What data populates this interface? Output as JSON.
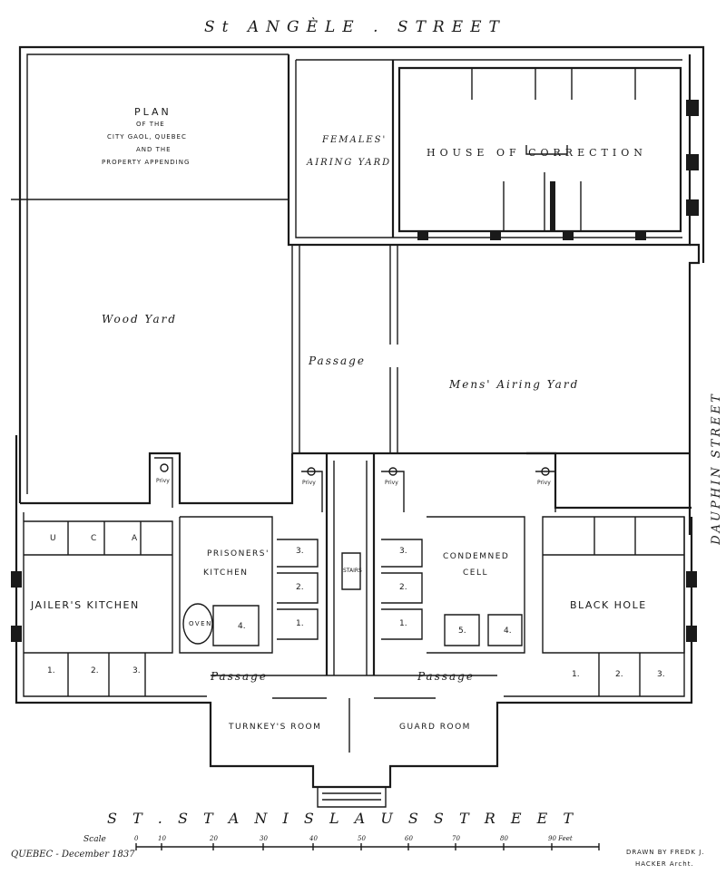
{
  "streets": {
    "north": "St ANGÈLE . STREET",
    "south": "S T . S T A N I S L A U S S T R E E T",
    "east": "DAUPHIN STREET"
  },
  "title": {
    "line1": "PLAN",
    "line2": "OF THE",
    "line3": "CITY GAOL, QUEBEC",
    "line4": "AND THE",
    "line5": "PROPERTY APPENDING"
  },
  "yards": {
    "females_airing_1": "FEMALES'",
    "females_airing_2": "AIRING YARD",
    "house_of_correction": "HOUSE OF CORRECTION",
    "wood_yard": "Wood Yard",
    "passage_center": "Passage",
    "mens_airing_yard": "Mens' Airing Yard"
  },
  "rooms": {
    "jailers_kitchen": "JAILER'S KITCHEN",
    "prisoners_1": "PRISONERS'",
    "prisoners_2": "KITCHEN",
    "oven": "OVEN",
    "stairs": "STAIRS",
    "condemned_1": "CONDEMNED",
    "condemned_2": "CELL",
    "black_hole": "BLACK HOLE",
    "passage_left": "Passage",
    "passage_right": "Passage",
    "turnkeys_room": "TURNKEY'S ROOM",
    "guard_room": "GUARD ROOM",
    "privy": "Privy"
  },
  "cell_numbers": {
    "jk_top": [
      "U",
      "C",
      "A"
    ],
    "jk_bottom": [
      "1.",
      "2.",
      "3."
    ],
    "pk_stack": [
      "3.",
      "2.",
      "1."
    ],
    "pk_four": "4.",
    "cc_stack": [
      "3.",
      "2.",
      "1."
    ],
    "cc_five": "5.",
    "cc_four": "4.",
    "bh_bottom": [
      "1.",
      "2.",
      "3."
    ]
  },
  "scale": {
    "label": "Scale",
    "ticks": [
      "0",
      "10",
      "20",
      "30",
      "40",
      "50",
      "60",
      "70",
      "80",
      "90 Feet"
    ]
  },
  "footer": {
    "date": "QUEBEC - December 1837",
    "credit_1": "DRAWN BY FREDK J.",
    "credit_2": "HACKER Archt."
  }
}
